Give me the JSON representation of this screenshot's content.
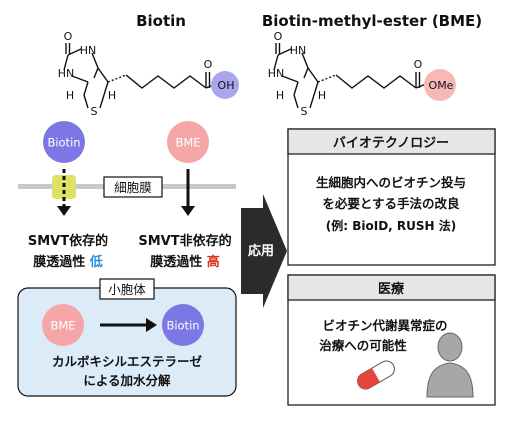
{
  "titles": {
    "left": "Biotin",
    "right": "Biotin-methyl-ester (BME)"
  },
  "molecules": {
    "atom_o": "O",
    "atom_n": "N",
    "atom_h": "H",
    "atom_s": "S",
    "oh": "OH",
    "ome": "OMe"
  },
  "circles": {
    "biotin": "Biotin",
    "bme": "BME"
  },
  "membrane": {
    "label": "細胞膜"
  },
  "paths": {
    "smvt_dep": "SMVT依存的",
    "smvt_indep": "SMVT非依存的",
    "perm_prefix": "膜透過性",
    "low": "低",
    "high": "高"
  },
  "lysosome": {
    "label": "小胞体",
    "line1": "カルボキシルエステラーゼ",
    "line2": "による加水分解"
  },
  "application": {
    "label": "応用"
  },
  "biotech": {
    "header": "バイオテクノロジー",
    "line1": "生細胞内へのビオチン投与",
    "line2": "を必要とする手法の改良",
    "line3": "(例: BioID, RUSH 法)"
  },
  "medical": {
    "header": "医療",
    "line1": "ビオチン代謝異常症の",
    "line2": "治療への可能性"
  },
  "colors": {
    "biotin_circle": "#7b78e6",
    "bme_circle": "#f4a7a6",
    "oh_highlight": "#a9a6ee",
    "ome_highlight": "#f6b9b8",
    "transporter": "#e0e263",
    "membrane": "#c8c8c8",
    "low_text": "#2a8ce0",
    "high_text": "#e0301e",
    "lysosome_fill": "#dcebf8",
    "panel_header": "#e6e6e6",
    "arrow_dark": "#2b2b2b",
    "pill_red": "#e4453d",
    "person_gray": "#a7a7a7"
  }
}
